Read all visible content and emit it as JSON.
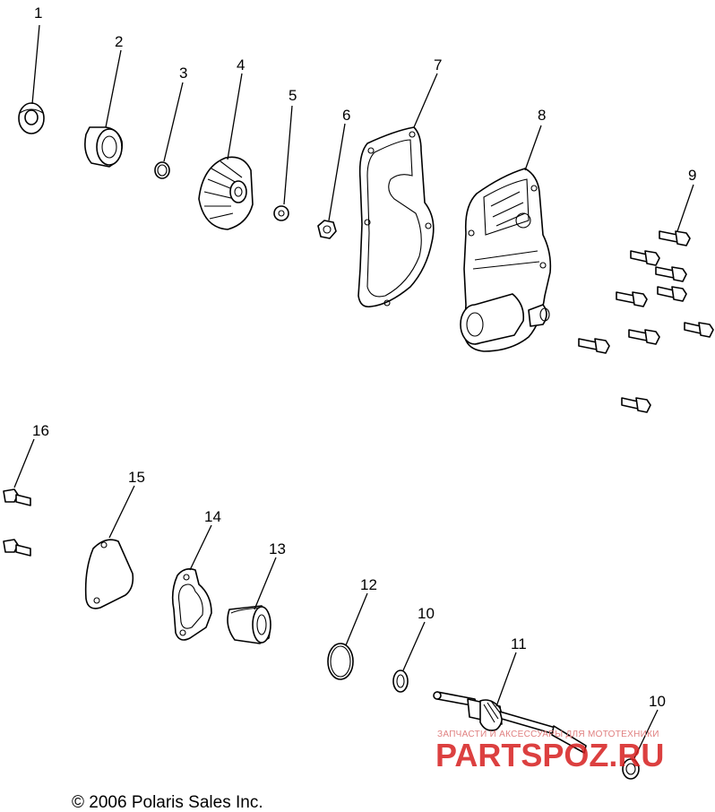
{
  "diagram": {
    "callouts": [
      {
        "id": "c1",
        "label": "1"
      },
      {
        "id": "c2",
        "label": "2"
      },
      {
        "id": "c3",
        "label": "3"
      },
      {
        "id": "c4",
        "label": "4"
      },
      {
        "id": "c5",
        "label": "5"
      },
      {
        "id": "c6",
        "label": "6"
      },
      {
        "id": "c7",
        "label": "7"
      },
      {
        "id": "c8",
        "label": "8"
      },
      {
        "id": "c9",
        "label": "9"
      },
      {
        "id": "c10a",
        "label": "10"
      },
      {
        "id": "c10b",
        "label": "10"
      },
      {
        "id": "c11",
        "label": "11"
      },
      {
        "id": "c12",
        "label": "12"
      },
      {
        "id": "c13",
        "label": "13"
      },
      {
        "id": "c14",
        "label": "14"
      },
      {
        "id": "c15",
        "label": "15"
      },
      {
        "id": "c16",
        "label": "16"
      }
    ],
    "copyright": "© 2006 Polaris Sales Inc.",
    "watermark": {
      "tagline": "ЗАПЧАСТИ И АКСЕССУАРЫ ДЛЯ МОТОТЕХНИКИ",
      "brand": "PARTSPOZ.RU",
      "color": "#d61f1f"
    }
  }
}
